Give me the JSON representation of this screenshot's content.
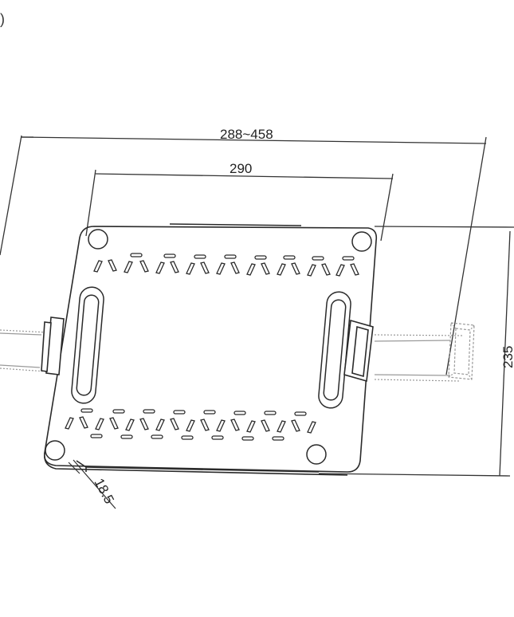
{
  "corner_glyph": ")",
  "dimensions": {
    "outer_width": "288~458",
    "inner_width": "290",
    "height": "235",
    "thickness": "18.5"
  },
  "colors": {
    "line": "#2a2a2a",
    "dim_line": "#333333",
    "dashed": "#9a9a9a",
    "background": "#ffffff"
  }
}
